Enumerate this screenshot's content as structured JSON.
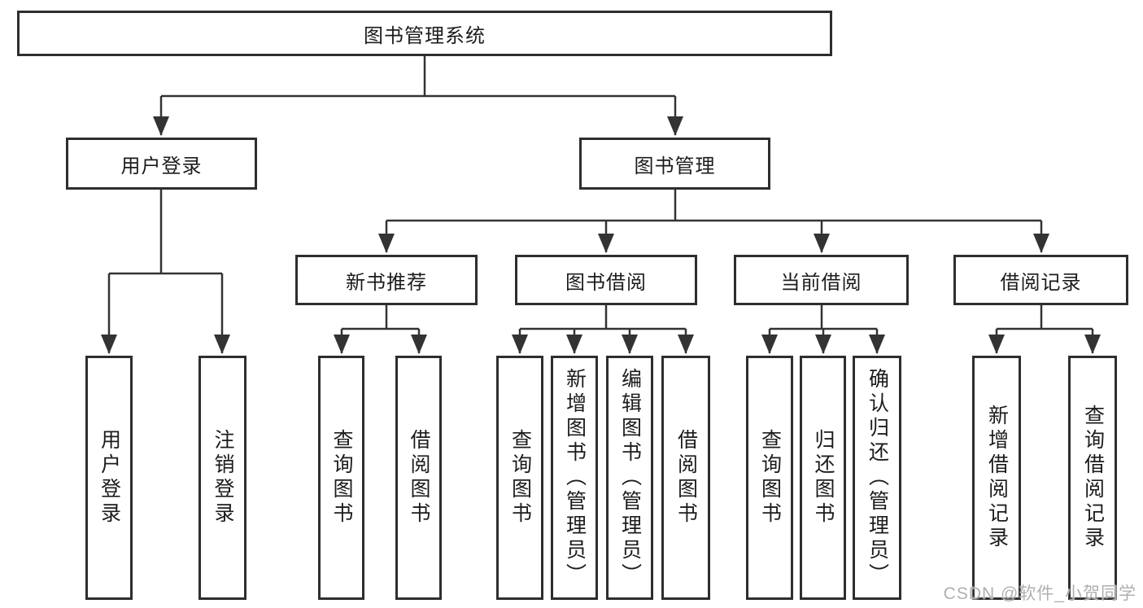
{
  "diagram_title": "图书管理系统",
  "colors": {
    "line": "#333333",
    "box_border": "#2e2e2e",
    "text": "#1c1c1c",
    "background": "#ffffff",
    "watermark": "#b0b0b0"
  },
  "nodes": {
    "root": {
      "label": "图书管理系统"
    },
    "user_login": {
      "label": "用户登录"
    },
    "book_mgmt": {
      "label": "图书管理"
    },
    "new_book_rec": {
      "label": "新书推荐"
    },
    "book_borrow": {
      "label": "图书借阅"
    },
    "current_borrow": {
      "label": "当前借阅"
    },
    "borrow_records": {
      "label": "借阅记录"
    },
    "user_login_leaf": {
      "label": "用户登录"
    },
    "logout_leaf": {
      "label": "注销登录"
    },
    "query_book_a": {
      "label": "查询图书"
    },
    "borrow_book_a": {
      "label": "借阅图书"
    },
    "query_book_b": {
      "label": "查询图书"
    },
    "add_book": {
      "label": "新增图书（管理员）"
    },
    "edit_book": {
      "label": "编辑图书（管理员）"
    },
    "borrow_book_b": {
      "label": "借阅图书"
    },
    "query_book_c": {
      "label": "查询图书"
    },
    "return_book": {
      "label": "归还图书"
    },
    "confirm_return": {
      "label": "确认归还（管理员）"
    },
    "add_borrow_record": {
      "label": "新增借阅记录"
    },
    "query_borrow_record": {
      "label": "查询借阅记录"
    }
  },
  "watermark": {
    "text": "CSDN @软件_小贺同学"
  }
}
